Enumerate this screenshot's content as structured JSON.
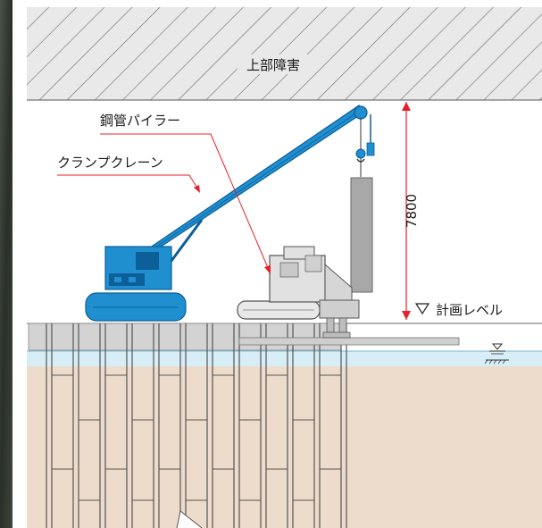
{
  "labels": {
    "obstacle": "上部障害",
    "pillar_machine": "鋼管パイラー",
    "crawler_crane": "クランプクレーン",
    "clearance": "7800",
    "design_level": "計画レベル"
  },
  "colors": {
    "crane_blue": "#1f8fd0",
    "crane_dark": "#0d5f99",
    "pointer_red": "#e8202a",
    "water": "#d7eef7",
    "ground": "#eddccb",
    "wall_panel": "#d3d3d3",
    "photo_strip": "#3a4038"
  }
}
